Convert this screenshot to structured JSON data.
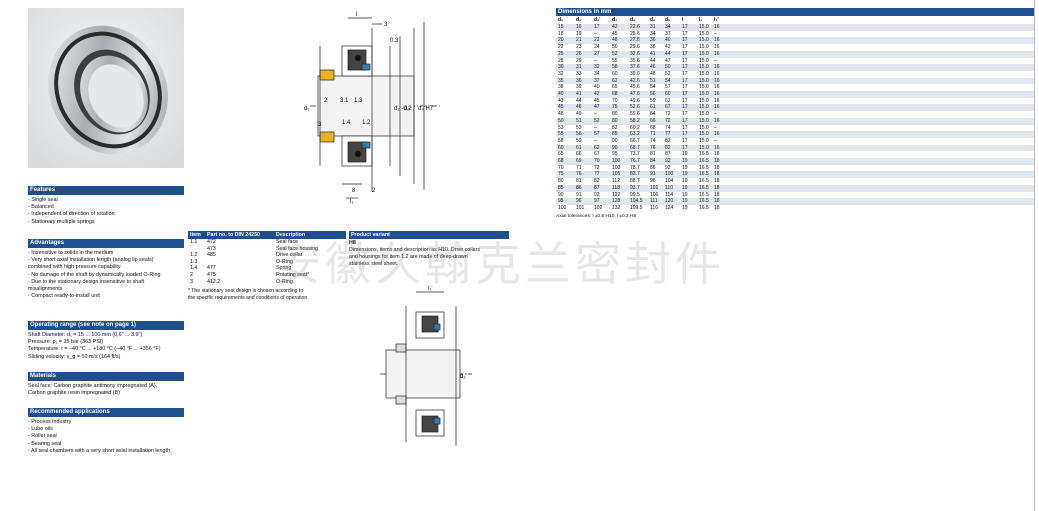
{
  "features": {
    "title": "Features",
    "items": [
      "- Single seal",
      "- Balanced",
      "- Independent of direction of rotation",
      "- Stationary multiple springs"
    ]
  },
  "advantages": {
    "title": "Advantages",
    "items": [
      "- Insensitive to solids in the medium",
      "- Very short axial installation length (analog lip seals)",
      "  combined with high pressure capability",
      "- No damage of the shaft by dynamically loaded O-Ring",
      "- Due to the stationary design insensitive to shaft",
      "  misalignments",
      "- Compact ready-to-install unit"
    ]
  },
  "operating_range": {
    "title": "Operating range (see note on page 1)",
    "items": [
      "Shaft Diameter: d₁ = 15 ... 100 mm (0.6\" ... 3.9\")",
      "Pressure: p₁ = 25 bar (363 PSI)",
      "Temperature: t = −40 °C ... +180 °C (−40 °F ... +356 °F)",
      "Sliding velocity: v_g = 50 m/s (164 ft/s)"
    ]
  },
  "materials": {
    "title": "Materials",
    "items": [
      "Seal face: Carbon graphite antimony impregnated (A),",
      "Carbon graphite resin impregnated (B)"
    ]
  },
  "applications": {
    "title": "Recommended applications",
    "items": [
      "- Process industry",
      "- Lube oils",
      "- Roller seal",
      "- Bearing seal",
      "- All seal chambers with a very short axial installation length"
    ]
  },
  "parts": {
    "headers": [
      "Item",
      "Part no. to DIN 24250",
      "Description"
    ],
    "rows": [
      [
        "1.1",
        "472",
        "Seal face"
      ],
      [
        "",
        "473",
        "Seal face housing"
      ],
      [
        "1.2",
        "485",
        "Drive collar"
      ],
      [
        "1.3",
        "",
        "O-Ring"
      ],
      [
        "1.4",
        "477",
        "Spring"
      ],
      [
        "2",
        "475",
        "Rotating seat*"
      ],
      [
        "3",
        "412.2",
        "O-Ring"
      ]
    ],
    "note_lines": [
      "* The stationary seat design is chosen according to",
      "  the specific requirements and conditions of operation."
    ]
  },
  "variant": {
    "title": "Product variant",
    "code": "H8",
    "lines": [
      "Dimensions, items and description as H10. Drive collars",
      "and housings for item 1.2 are made of deep-drawn",
      "stainless steel sheet."
    ]
  },
  "dims": {
    "title": "Dimensions in mm",
    "headers": [
      "d₁",
      "d₂",
      "d₂'",
      "d₃",
      "d₄",
      "d₅",
      "d₆",
      "l",
      "l₁",
      "l₁'"
    ],
    "rows": [
      [
        "15",
        "16",
        "17",
        "42",
        "22.6",
        "31",
        "34",
        "17",
        "15.0",
        "16"
      ],
      [
        "18",
        "19",
        "–",
        "45",
        "25.6",
        "34",
        "37",
        "17",
        "15.0",
        "–"
      ],
      [
        "20",
        "21",
        "22",
        "48",
        "27.6",
        "36",
        "40",
        "17",
        "15.0",
        "16"
      ],
      [
        "22",
        "23",
        "24",
        "50",
        "29.6",
        "38",
        "42",
        "17",
        "15.0",
        "16"
      ],
      [
        "25",
        "26",
        "27",
        "52",
        "32.6",
        "41",
        "44",
        "17",
        "15.0",
        "16"
      ],
      [
        "28",
        "29",
        "–",
        "55",
        "35.6",
        "44",
        "47",
        "17",
        "15.0",
        "–"
      ],
      [
        "30",
        "31",
        "32",
        "58",
        "37.6",
        "46",
        "50",
        "17",
        "15.0",
        "16"
      ],
      [
        "32",
        "33",
        "34",
        "60",
        "39.6",
        "48",
        "52",
        "17",
        "15.0",
        "16"
      ],
      [
        "35",
        "36",
        "37",
        "62",
        "42.6",
        "51",
        "54",
        "17",
        "15.0",
        "16"
      ],
      [
        "38",
        "39",
        "40",
        "65",
        "45.6",
        "54",
        "57",
        "17",
        "15.0",
        "16"
      ],
      [
        "40",
        "41",
        "42",
        "68",
        "47.6",
        "56",
        "60",
        "17",
        "15.0",
        "16"
      ],
      [
        "43",
        "44",
        "45",
        "70",
        "49.6",
        "59",
        "62",
        "17",
        "15.0",
        "16"
      ],
      [
        "45",
        "46",
        "47",
        "75",
        "52.6",
        "61",
        "67",
        "17",
        "15.0",
        "16"
      ],
      [
        "48",
        "49",
        "–",
        "80",
        "55.6",
        "64",
        "72",
        "17",
        "15.0",
        "–"
      ],
      [
        "50",
        "51",
        "52",
        "80",
        "58.2",
        "66",
        "72",
        "17",
        "15.0",
        "16"
      ],
      [
        "53",
        "53",
        "–",
        "82",
        "60.2",
        "68",
        "74",
        "17",
        "15.0",
        "–"
      ],
      [
        "55",
        "56",
        "57",
        "85",
        "63.2",
        "71",
        "77",
        "17",
        "15.0",
        "16"
      ],
      [
        "58",
        "59",
        "–",
        "90",
        "66.7",
        "74",
        "82",
        "17",
        "15.0",
        "–"
      ],
      [
        "60",
        "61",
        "62",
        "90",
        "68.7",
        "76",
        "82",
        "17",
        "15.0",
        "16"
      ],
      [
        "65",
        "66",
        "67",
        "95",
        "73.7",
        "81",
        "87",
        "19",
        "16.5",
        "18"
      ],
      [
        "68",
        "69",
        "70",
        "100",
        "76.7",
        "84",
        "92",
        "19",
        "16.5",
        "18"
      ],
      [
        "70",
        "71",
        "72",
        "100",
        "78.7",
        "86",
        "92",
        "19",
        "16.5",
        "18"
      ],
      [
        "75",
        "76",
        "77",
        "105",
        "83.7",
        "91",
        "100",
        "19",
        "16.5",
        "18"
      ],
      [
        "80",
        "81",
        "82",
        "112",
        "88.7",
        "96",
        "104",
        "19",
        "16.5",
        "18"
      ],
      [
        "85",
        "86",
        "87",
        "118",
        "93.7",
        "101",
        "110",
        "19",
        "16.5",
        "18"
      ],
      [
        "90",
        "91",
        "92",
        "122",
        "99.5",
        "106",
        "114",
        "19",
        "16.5",
        "18"
      ],
      [
        "95",
        "96",
        "97",
        "128",
        "104.5",
        "111",
        "120",
        "19",
        "16.5",
        "18"
      ],
      [
        "100",
        "101",
        "102",
        "132",
        "109.5",
        "116",
        "124",
        "19",
        "16.5",
        "18"
      ]
    ],
    "tolerances": "Axial tolerances: l ±0.5  H10, l ±0.2  H8"
  },
  "diagram": {
    "labels": [
      "l",
      "3",
      "0.3",
      "d₁",
      "d₂ -0.2",
      "d₃",
      "d₄ H7",
      "2",
      "3.1",
      "1.3",
      "1.4",
      "1.2",
      "3",
      "8",
      "2",
      "l₁"
    ],
    "h8_labels": [
      "l₁'",
      "d₂'"
    ]
  },
  "watermark": "安徽久翰克兰密封件",
  "colors": {
    "header_blue": "#1f4e8c",
    "row_alt": "#e2e6ee",
    "spring_yellow": "#e8b41e"
  }
}
